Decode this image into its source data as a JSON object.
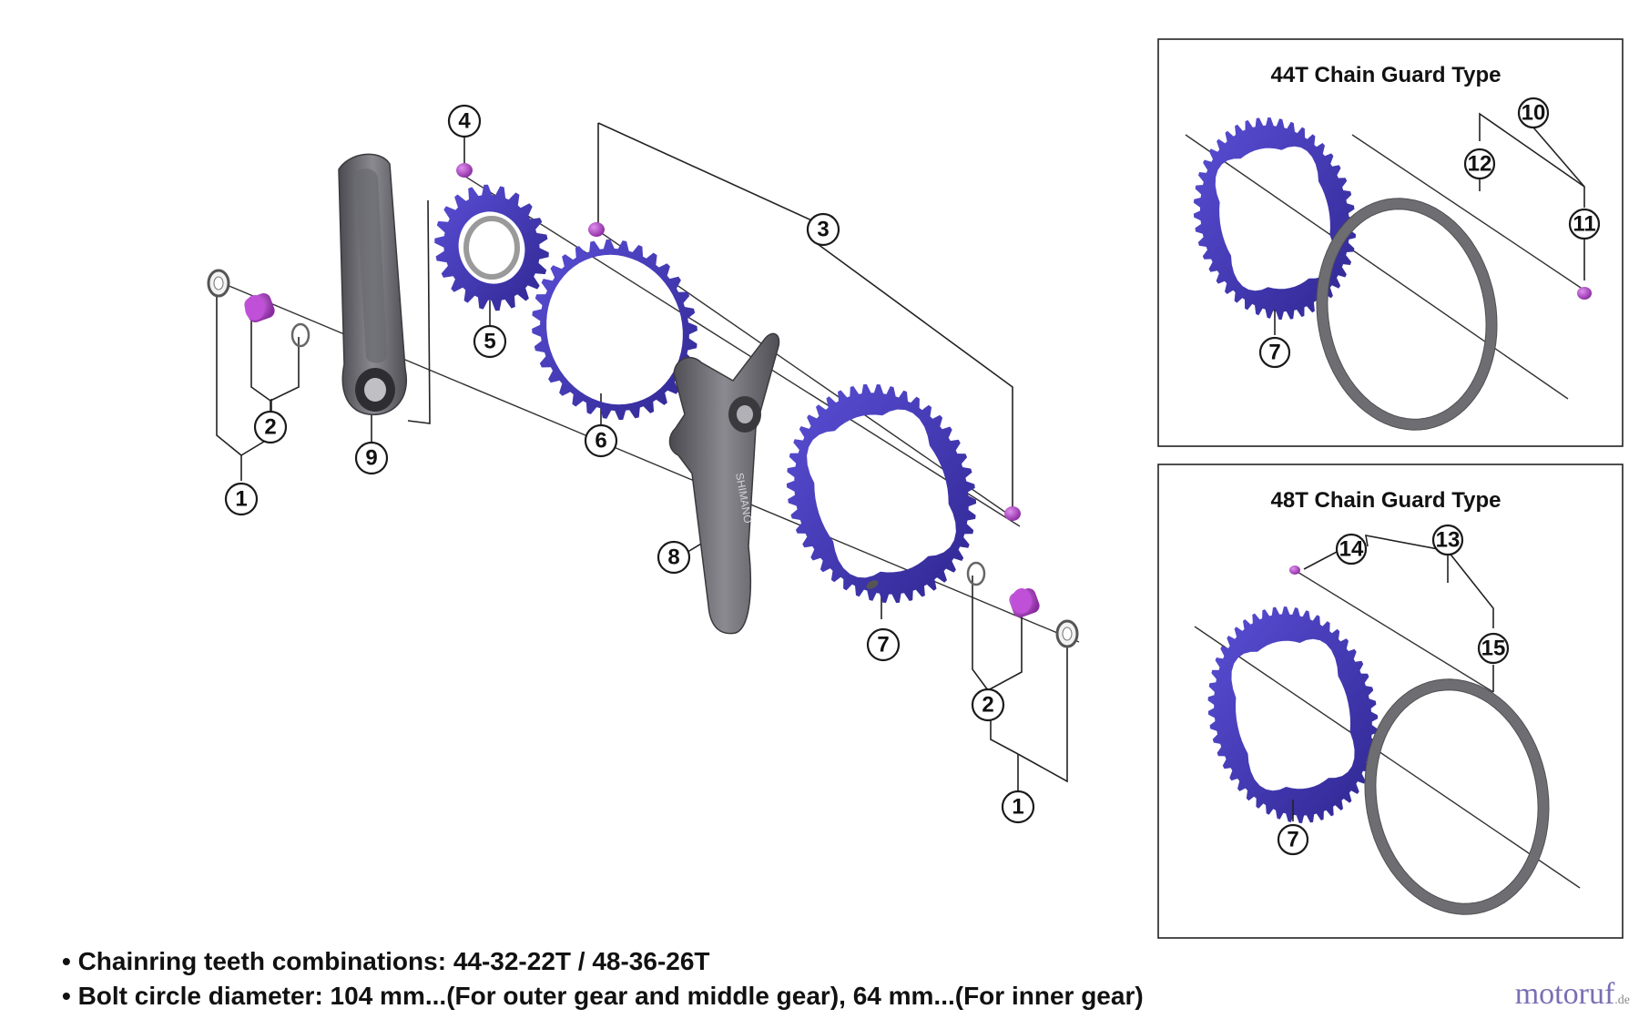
{
  "colors": {
    "chainring": "#4a3fc2",
    "chainring_dark": "#2f2691",
    "bolt": "#b63fc8",
    "crank": "#5b5b60",
    "crank_light": "#8a8a90",
    "guard": "#6e6e72",
    "line": "#222222"
  },
  "callouts": {
    "main": [
      "1",
      "2",
      "9",
      "4",
      "5",
      "6",
      "3",
      "8",
      "7",
      "2",
      "1"
    ],
    "panel_44t": [
      "10",
      "12",
      "11",
      "7"
    ],
    "panel_48t": [
      "14",
      "13",
      "15",
      "7"
    ]
  },
  "panels": {
    "p44": {
      "title": "44T Chain Guard Type"
    },
    "p48": {
      "title": "48T Chain Guard Type"
    }
  },
  "crank_brand": "SHIMANO",
  "notes": [
    "• Chainring teeth combinations: 44-32-22T / 48-36-26T",
    "• Bolt circle diameter: 104 mm...(For outer gear and middle gear), 64 mm...(For inner gear)"
  ],
  "watermark": {
    "name": "motoruf",
    "suffix": ".de"
  },
  "icons": {
    "chainring": "gear-ring-icon",
    "bolt": "bolt-icon",
    "washer": "washer-icon",
    "crank": "crank-arm-icon",
    "guard": "chain-guard-icon"
  }
}
